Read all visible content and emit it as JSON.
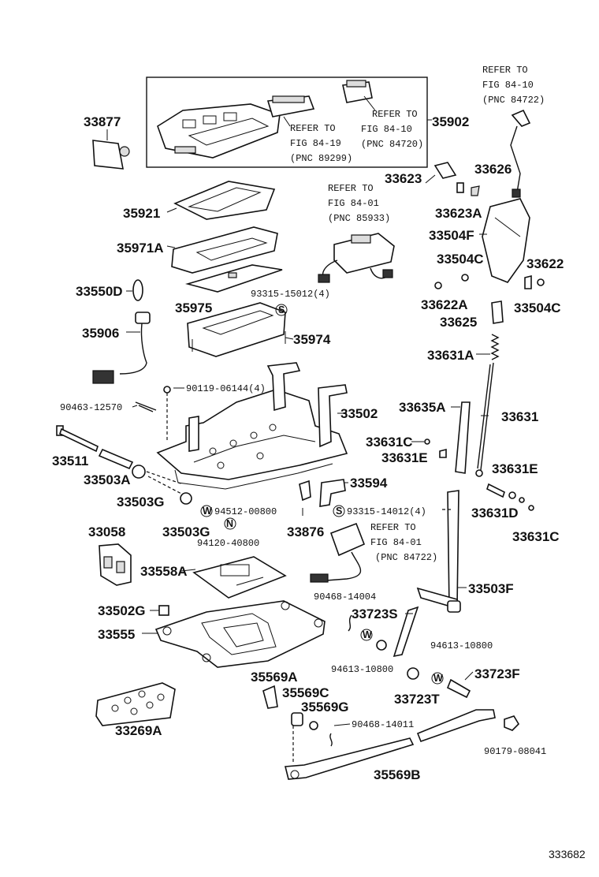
{
  "diagram_id": "333682",
  "refer_notes": {
    "fig_84_10_top": [
      "REFER TO",
      "FIG 84-10",
      "(PNC 84722)"
    ],
    "fig_84_10_console": [
      "REFER TO",
      "FIG 84-10",
      "(PNC 84720)"
    ],
    "fig_84_19": [
      "REFER TO",
      "FIG 84-19",
      "(PNC 89299)"
    ],
    "fig_84_01_upper": [
      "REFER TO",
      "FIG 84-01",
      "(PNC 85933)"
    ],
    "fig_84_01_lower": [
      "REFER TO",
      "FIG 84-01",
      "(PNC 84722)"
    ]
  },
  "labels": {
    "p33877": "33877",
    "p35902": "35902",
    "p35921": "35921",
    "p35971A": "35971A",
    "p33550D": "33550D",
    "p35975": "35975",
    "p93315_15012": "93315-15012(4)",
    "p35974": "35974",
    "p35906": "35906",
    "p90119_06144": "90119-06144(4)",
    "p90463_12570": "90463-12570",
    "p33502": "33502",
    "p33511": "33511",
    "p33503A": "33503A",
    "p33503G_a": "33503G",
    "p33503G_b": "33503G",
    "p94512_00800": "94512-00800",
    "p94120_40800": "94120-40800",
    "p33876": "33876",
    "p33594": "33594",
    "p93315_14012": "93315-14012(4)",
    "p33058": "33058",
    "p33558A": "33558A",
    "p90468_14004": "90468-14004",
    "p33502G": "33502G",
    "p33555": "33555",
    "p33723S": "33723S",
    "p94613_10800_a": "94613-10800",
    "p94613_10800_b": "94613-10800",
    "p33723T": "33723T",
    "p33723F": "33723F",
    "p35569A": "35569A",
    "p35569C": "35569C",
    "p35569G": "35569G",
    "p90468_14011": "90468-14011",
    "p33269A": "33269A",
    "p35569B": "35569B",
    "p90179_08041": "90179-08041",
    "p33623": "33623",
    "p33626": "33626",
    "p33623A": "33623A",
    "p33504F": "33504F",
    "p33504C_a": "33504C",
    "p33622": "33622",
    "p33622A": "33622A",
    "p33504C_b": "33504C",
    "p33625": "33625",
    "p33631A": "33631A",
    "p33635A": "33635A",
    "p33631": "33631",
    "p33631C_a": "33631C",
    "p33631E_a": "33631E",
    "p33631E_b": "33631E",
    "p33631D": "33631D",
    "p33631C_b": "33631C",
    "p33503F": "33503F"
  },
  "symbols": {
    "washer_w": "W",
    "nut_n": "N",
    "screw_s": "S"
  }
}
